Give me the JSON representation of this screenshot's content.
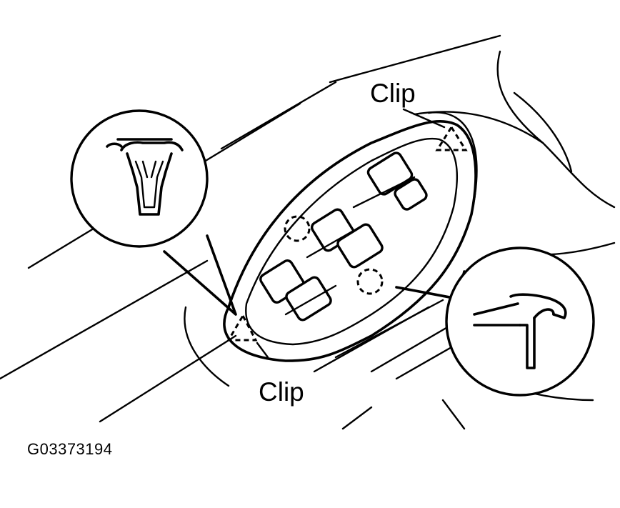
{
  "labels": {
    "clip_top": "Clip",
    "clip_bottom": "Clip",
    "figure_code": "G03373194"
  },
  "colors": {
    "line": "#000000",
    "background": "#ffffff"
  }
}
